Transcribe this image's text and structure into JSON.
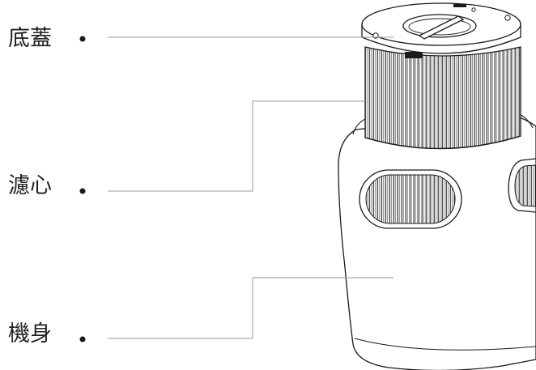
{
  "diagram": {
    "callouts": [
      {
        "id": "cap",
        "label": "底蓋"
      },
      {
        "id": "filter",
        "label": "濾心"
      },
      {
        "id": "body",
        "label": "機身"
      }
    ]
  },
  "colors": {
    "outline": "#1a1a1a",
    "leader_line": "#9a9a9a",
    "label_text": "#222222",
    "background": "#ffffff"
  }
}
